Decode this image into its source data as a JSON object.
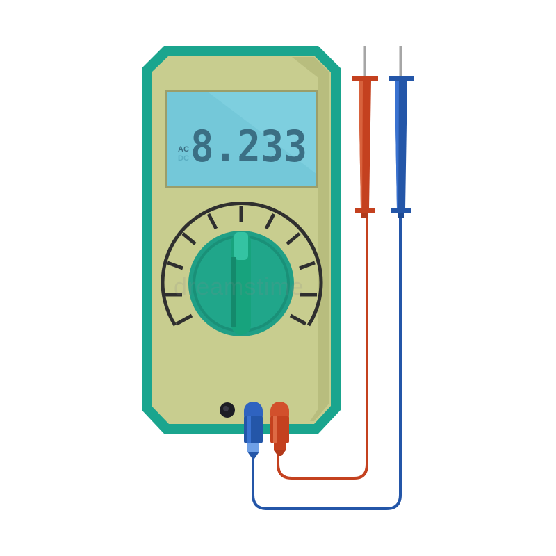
{
  "illustration": {
    "subject": "digital multimeter with test probes",
    "display": {
      "reading": "8.233",
      "mode_ac": "AC",
      "mode_dc": "DC"
    },
    "watermark": "dreamstime",
    "colors": {
      "body_frame": "#1aa58e",
      "body_face": "#c8cd8f",
      "lcd": "#74c8d9",
      "dial": "#1f9f86",
      "probe_red": "#c4411f",
      "probe_blue": "#2456a8",
      "outline": "#2f2f2f"
    },
    "icons": [
      "dial-knob-icon",
      "red-probe-icon",
      "blue-probe-icon",
      "com-jack-icon"
    ]
  }
}
